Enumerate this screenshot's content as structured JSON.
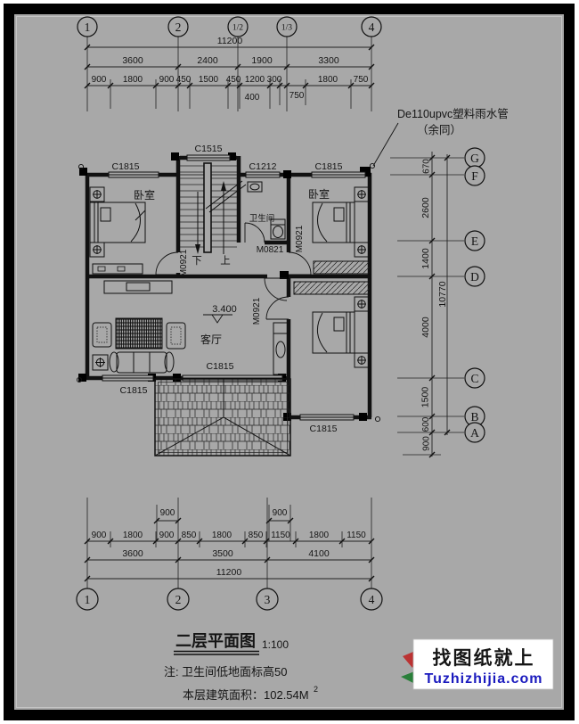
{
  "drawing": {
    "title": "二层平面图",
    "scale": "1:100",
    "note_label": "注:",
    "note1": "卫生间低地面标高50",
    "note2": "本层建筑面积：102.54M",
    "note2_sup": "2"
  },
  "rainpipe": {
    "line1": "De110upvc塑料雨水管",
    "line2": "（余同）"
  },
  "rooms": {
    "bedroom1": "卧室",
    "bedroom2": "卧室",
    "bathroom": "卫生间",
    "living": "客厅",
    "stairs_down": "下",
    "stairs_up": "上",
    "level": "3.400"
  },
  "windows": {
    "c1815": "C1815",
    "c1515": "C1515",
    "c1212": "C1212"
  },
  "doors": {
    "m0921": "M0921",
    "m0821": "M0821"
  },
  "axes": {
    "top": [
      "1",
      "2",
      "1/2",
      "1/3",
      "4"
    ],
    "bottom": [
      "1",
      "2",
      "3",
      "4"
    ],
    "right": [
      "G",
      "F",
      "E",
      "D",
      "C",
      "B",
      "A"
    ]
  },
  "dims": {
    "top": {
      "total": "11200",
      "row2": [
        "3600",
        "2400",
        "1900",
        "3300"
      ],
      "row3": [
        "900",
        "1800",
        "900",
        "450",
        "1500",
        "450",
        "1200",
        "300",
        "1800",
        "750"
      ],
      "below": [
        "400",
        "750"
      ]
    },
    "bottom": {
      "overhang": [
        "900",
        "900"
      ],
      "row1": [
        "900",
        "1800",
        "900",
        "850",
        "1800",
        "850",
        "1150",
        "1800",
        "1150"
      ],
      "row2": [
        "3600",
        "3500",
        "4100"
      ],
      "total": "11200"
    },
    "right": {
      "total": "10770",
      "segs": [
        "670",
        "2600",
        "1400",
        "4000",
        "1500",
        "600",
        "900"
      ]
    }
  },
  "watermark": {
    "line1": "找图纸就上",
    "line2": "Tuzhizhijia.com"
  }
}
